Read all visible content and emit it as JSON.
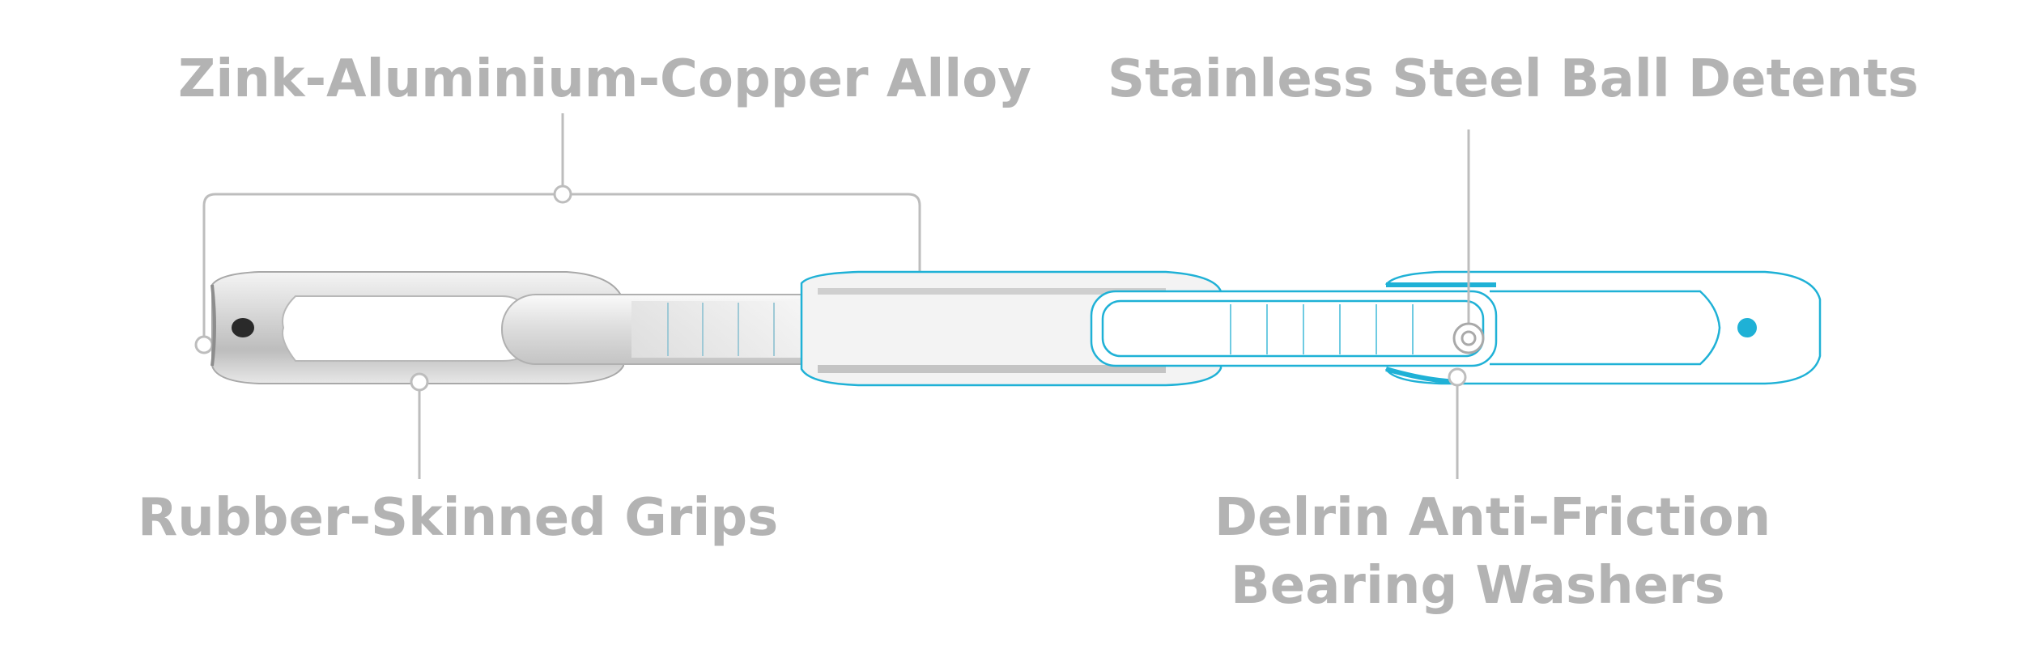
{
  "callouts": {
    "alloy": "Zink-Aluminium-Copper Alloy",
    "detents": "Stainless Steel Ball Detents",
    "grips": "Rubber-Skinned Grips",
    "washers_line1": "Delrin Anti-Friction",
    "washers_line2": "Bearing Washers"
  },
  "colors": {
    "label_text": "#b3b3b3",
    "leader_line": "#bdbdbd",
    "metal_light": "#e6e6e6",
    "metal_mid": "#c6c6c6",
    "metal_dark": "#9a9a9a",
    "blueprint_cyan": "#1fb1d6"
  }
}
